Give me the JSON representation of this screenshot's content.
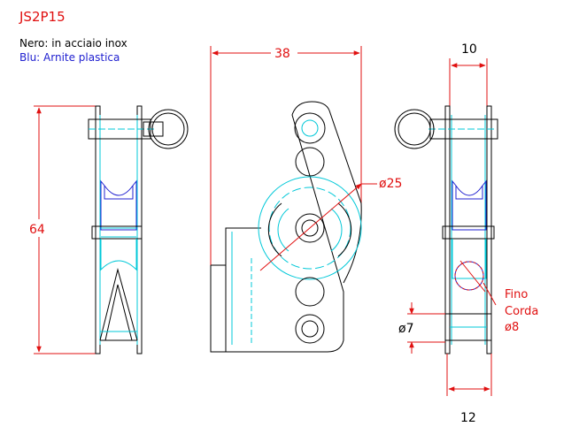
{
  "title": "JS2P15",
  "legend": {
    "black_line": "Nero: in acciaio inox",
    "blue_line": "Blu: Arnite plastica"
  },
  "dimensions": {
    "overall_height": "64",
    "overall_width": "38",
    "sheave_diameter": "ø25",
    "cheek_width": "10",
    "base_width": "12",
    "hole_diameter": "ø7"
  },
  "callout": {
    "line1": "Fino",
    "line2": "Corda",
    "line3": "ø8"
  },
  "colors": {
    "title": "#e01010",
    "dimension": "#e01010",
    "steel": "#000000",
    "plastic": "#2020d0",
    "centerline": "#00c8d8",
    "background": "#ffffff"
  }
}
